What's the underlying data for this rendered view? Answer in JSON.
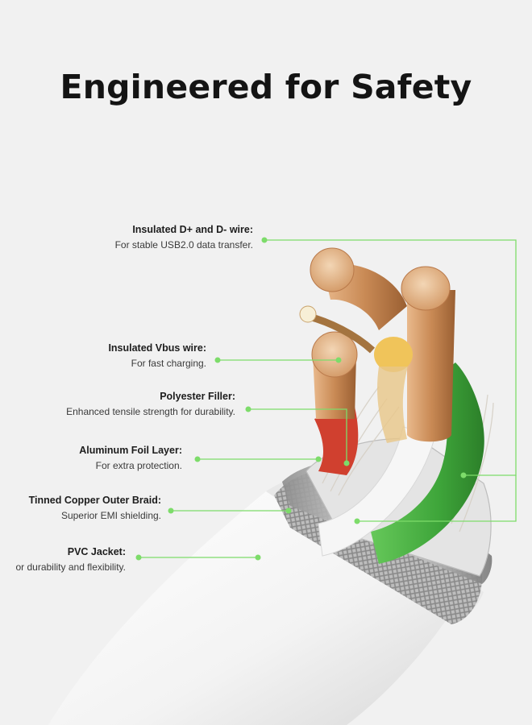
{
  "title": "Engineered for Safety",
  "labels": [
    {
      "title": "Insulated D+ and D- wire:",
      "desc": "For stable USB2.0 data transfer."
    },
    {
      "title": "Insulated Vbus wire:",
      "desc": "For fast charging."
    },
    {
      "title": "Polyester Filler:",
      "desc": "Enhanced tensile strength for durability."
    },
    {
      "title": "Aluminum Foil Layer:",
      "desc": "For extra protection."
    },
    {
      "title": "Tinned Copper Outer Braid:",
      "desc": "Superior EMI shielding."
    },
    {
      "title": "PVC Jacket:",
      "desc": "or durability and flexibility."
    }
  ],
  "colors": {
    "background": "#f1f1f1",
    "callout": "#7ddc6a",
    "copper": "#c98a55",
    "green_wire": "#3ea53a",
    "red_wire": "#d0402f",
    "jacket": "#fafafa"
  }
}
